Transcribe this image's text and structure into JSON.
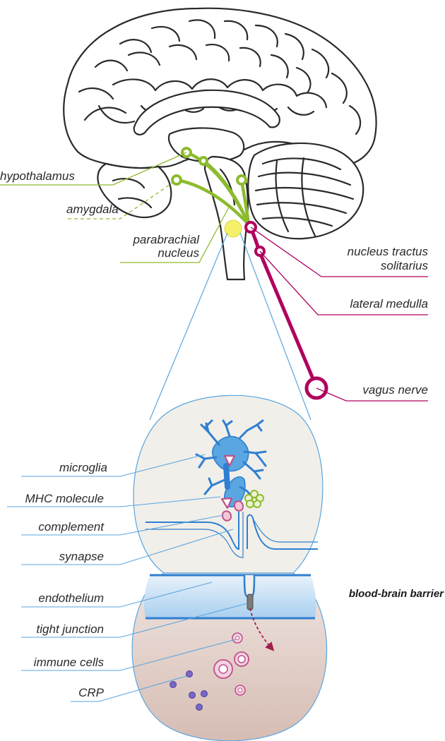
{
  "brain_labels": {
    "hypothalamus": "hypothalamus",
    "amygdala": "amygdala",
    "parabrachial_line1": "parabrachial",
    "parabrachial_line2": "nucleus",
    "nts_line1": "nucleus tractus",
    "nts_line2": "solitarius",
    "lateral_medulla": "lateral medulla",
    "vagus_nerve": "vagus nerve"
  },
  "detail_labels": {
    "microglia": "microglia",
    "mhc_molecule": "MHC molecule",
    "complement": "complement",
    "synapse": "synapse",
    "endothelium": "endothelium",
    "tight_junction": "tight junction",
    "immune_cells": "immune cells",
    "crp": "CRP",
    "blood_brain_barrier": "blood-brain barrier"
  },
  "colors": {
    "green": "#8dbb2e",
    "magenta": "#b0005e",
    "blue": "#2f7fd1",
    "light_blue": "#5aa6e0",
    "yellow": "#f5f06a",
    "brain_bg": "#f2f0ec",
    "blood": "#dcc7c0",
    "vessel": "#bcd9f1",
    "immune": "#c0508a",
    "crp": "#6d5bbd"
  }
}
